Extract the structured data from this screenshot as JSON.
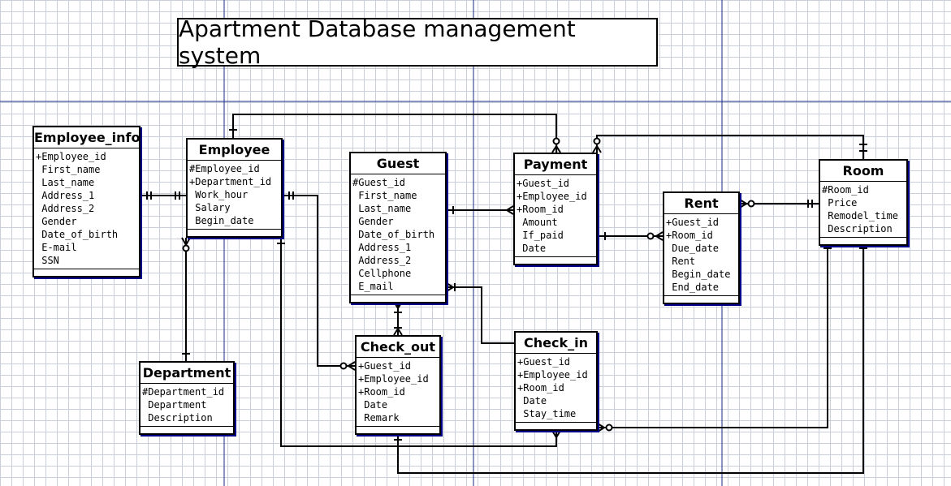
{
  "title": "Apartment Database management system",
  "entities": [
    {
      "id": "employee_info",
      "name": "Employee_info",
      "attributes": [
        "+Employee_id",
        " First_name",
        " Last_name",
        " Address_1",
        " Address_2",
        " Gender",
        " Date_of_birth",
        " E-mail",
        " SSN"
      ]
    },
    {
      "id": "employee",
      "name": "Employee",
      "attributes": [
        "#Employee_id",
        "+Department_id",
        " Work_hour",
        " Salary",
        " Begin_date"
      ]
    },
    {
      "id": "department",
      "name": "Department",
      "attributes": [
        "#Department_id",
        " Department",
        " Description"
      ]
    },
    {
      "id": "guest",
      "name": "Guest",
      "attributes": [
        "#Guest_id",
        " First_name",
        " Last_name",
        " Gender",
        " Date_of_birth",
        " Address_1",
        " Address_2",
        " Cellphone",
        " E_mail"
      ]
    },
    {
      "id": "payment",
      "name": "Payment",
      "attributes": [
        "+Guest_id",
        "+Employee_id",
        "+Room_id",
        " Amount",
        " If_paid",
        " Date"
      ]
    },
    {
      "id": "rent",
      "name": "Rent",
      "attributes": [
        "+Guest_id",
        "+Room_id",
        " Due_date",
        " Rent",
        " Begin_date",
        " End_date"
      ]
    },
    {
      "id": "room",
      "name": "Room",
      "attributes": [
        "#Room_id",
        " Price",
        " Remodel_time",
        " Description"
      ]
    },
    {
      "id": "check_out",
      "name": "Check_out",
      "attributes": [
        "+Guest_id",
        "+Employee_id",
        "+Room_id",
        " Date",
        " Remark"
      ]
    },
    {
      "id": "check_in",
      "name": "Check_in",
      "attributes": [
        "+Guest_id",
        "+Employee_id",
        "+Room_id",
        " Date",
        " Stay_time"
      ]
    }
  ]
}
